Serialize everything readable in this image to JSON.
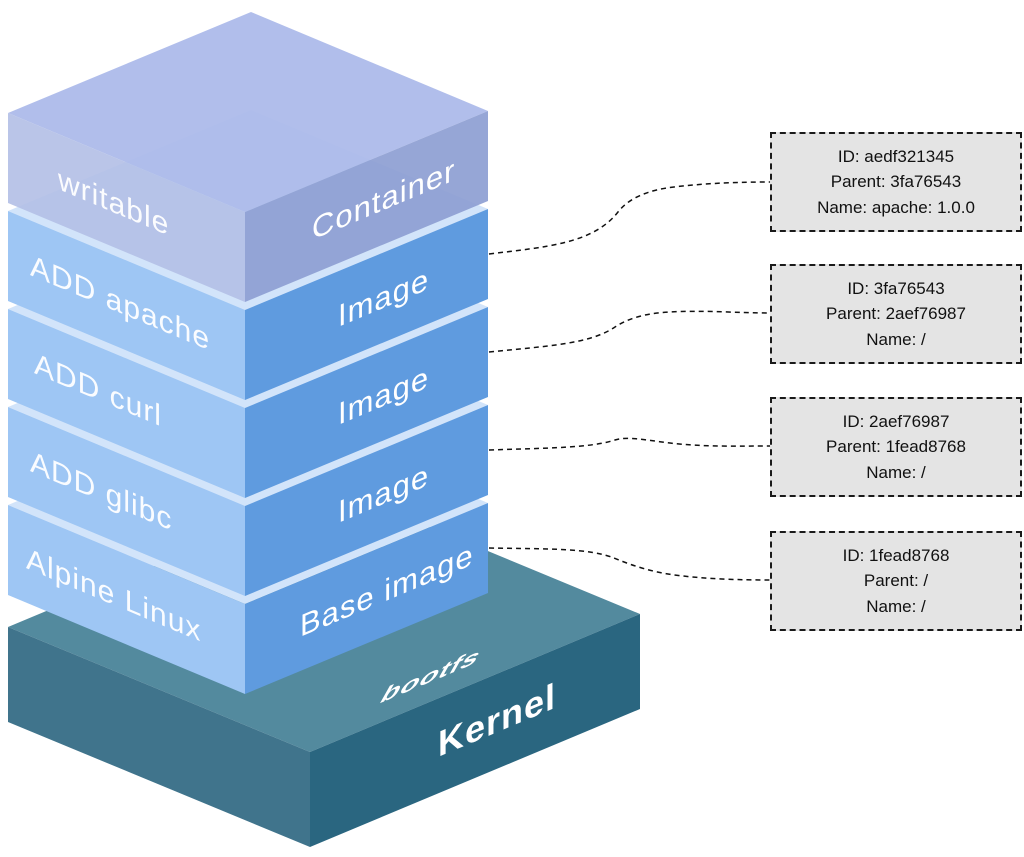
{
  "diagram": {
    "stack": {
      "container": {
        "left_label": "writable",
        "right_label": "Container"
      },
      "layers": [
        {
          "left_label": "ADD apache",
          "right_label": "Image"
        },
        {
          "left_label": "ADD curl",
          "right_label": "Image"
        },
        {
          "left_label": "ADD glibc",
          "right_label": "Image"
        },
        {
          "left_label": "Alpine Linux",
          "right_label": "Base image"
        }
      ],
      "kernel": {
        "top_label": "bootfs",
        "front_label": "Kernel"
      }
    },
    "annotations": [
      {
        "lines": [
          "ID: aedf321345",
          "Parent: 3fa76543",
          "Name: apache: 1.0.0"
        ]
      },
      {
        "lines": [
          "ID: 3fa76543",
          "Parent: 2aef76987",
          "Name: /"
        ]
      },
      {
        "lines": [
          "ID: 2aef76987",
          "Parent: 1fead8768",
          "Name: /"
        ]
      },
      {
        "lines": [
          "ID: 1fead8768",
          "Parent: /",
          "Name: /"
        ]
      }
    ],
    "colors": {
      "layer_left_face": "#9ec6f4",
      "layer_right_face": "#5f9bdf",
      "layer_top_face": "#d2e4fa",
      "container_left_face": "#b3bfe6",
      "container_right_face": "#8d9ed2",
      "container_top_face": "#adbaea",
      "kernel_top_face": "#538a9e",
      "kernel_left_face": "#40748c",
      "kernel_right_face": "#2a6680",
      "note_background": "#e4e4e4",
      "note_border": "#1a1a1a",
      "connector": "#111111"
    }
  }
}
